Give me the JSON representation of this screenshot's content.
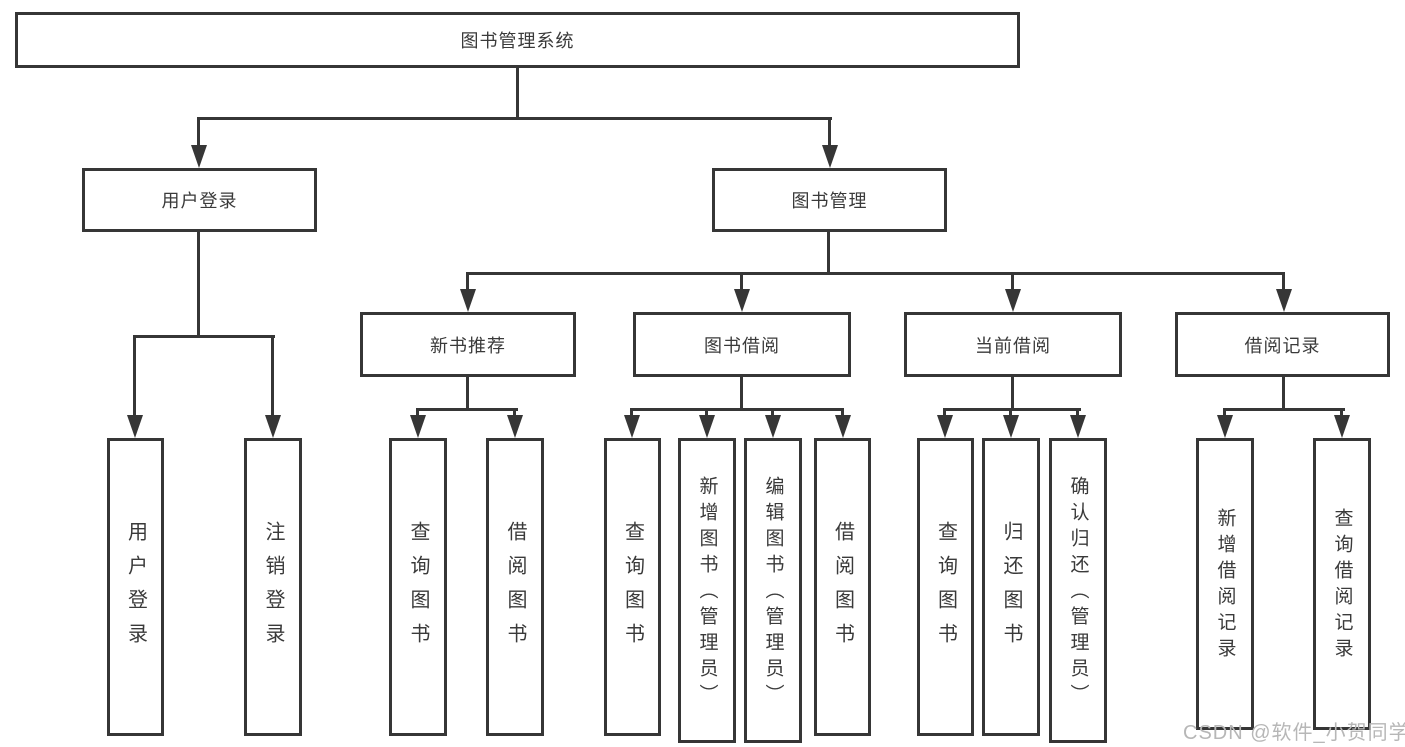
{
  "diagram": {
    "title_node": {
      "label": "图书管理系统"
    },
    "level2": [
      {
        "label": "用户登录"
      },
      {
        "label": "图书管理"
      }
    ],
    "level3": [
      {
        "label": "新书推荐"
      },
      {
        "label": "图书借阅"
      },
      {
        "label": "当前借阅"
      },
      {
        "label": "借阅记录"
      }
    ],
    "leaves": {
      "user_login": [
        "用户登录",
        "注销登录"
      ],
      "new_books": [
        "查询图书",
        "借阅图书"
      ],
      "book_borrow": [
        "查询图书",
        "新增图书（管理员）",
        "编辑图书（管理员）",
        "借阅图书"
      ],
      "current_borrow": [
        "查询图书",
        "归还图书",
        "确认归还（管理员）"
      ],
      "borrow_records": [
        "新增借阅记录",
        "查询借阅记录"
      ]
    }
  },
  "watermark": {
    "text": "CSDN @软件_小贺同学",
    "color": "#b7b7b7"
  },
  "colors": {
    "line": "#363636",
    "box_border": "#363636",
    "box_fill": "#ffffff",
    "text": "#3a3a3a",
    "background": "#ffffff"
  }
}
